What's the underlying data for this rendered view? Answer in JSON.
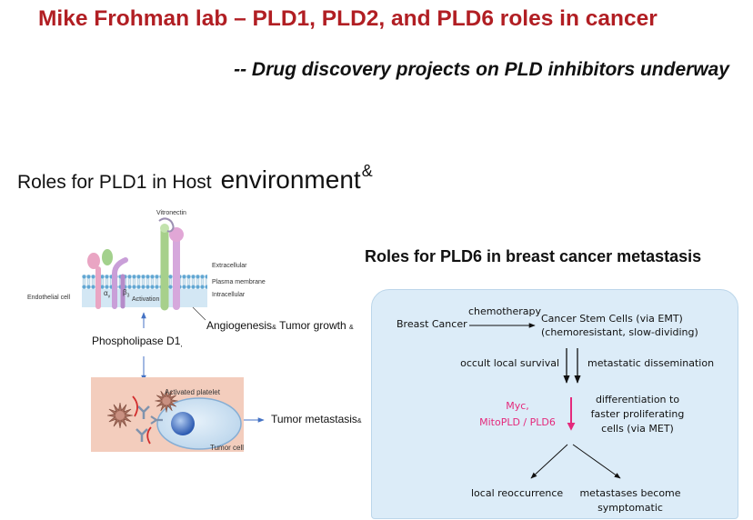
{
  "slide": {
    "title": "Mike Frohman lab – PLD1, PLD2, and PLD6 roles in cancer",
    "subtitle": "-- Drug discovery projects on PLD inhibitors underway",
    "colors": {
      "title": "#b11e23",
      "driver": "#e42a7c",
      "panel_background": "#dcecf8",
      "panel_border": "#bcd6ea",
      "diagram_arrow": "#4472c4"
    }
  },
  "pld1": {
    "heading_main": "Roles for PLD1 in Host",
    "heading_large": "environment",
    "heading_mark": "&",
    "diagram": {
      "vitronectin": "Vitronectin",
      "extracellular": "Extracellular",
      "plasma_membrane": "Plasma membrane",
      "intracellular": "Intracellular",
      "endothelial_cell": "Endothelial cell",
      "alpha_symbol": "α",
      "alpha_subscript": "v",
      "beta_symbol": "β",
      "beta_subscript": "3",
      "activation": "Activation",
      "enzyme": "Phospholipase D1",
      "enzyme_mark": ",",
      "outcome_angiogenesis": "Angiogenesis",
      "outcome_angiogenesis_mark": "&",
      "outcome_growth": "Tumor growth",
      "outcome_growth_mark": "&",
      "activated_platelet": "Activated platelet",
      "tumor_cell": "Tumor cell",
      "outcome_metastasis": "Tumor metastasis",
      "outcome_metastasis_mark": "&"
    }
  },
  "pld6": {
    "heading": "Roles for PLD6 in breast cancer metastasis",
    "flow": {
      "start": "Breast Cancer",
      "treatment": "chemotherapy",
      "stem_cells": "Cancer Stem Cells (via EMT)",
      "stem_cells_note": "(chemoresistant, slow-dividing)",
      "left_branch": "occult local survival",
      "right_branch": "metastatic dissemination",
      "drivers": [
        "Myc,",
        "MitoPLD / PLD6"
      ],
      "differentiation": [
        "differentiation to",
        "faster proliferating",
        "cells (via MET)"
      ],
      "outcome_left": "local reoccurrence",
      "outcome_right": [
        "metastases become",
        "symptomatic"
      ]
    }
  }
}
